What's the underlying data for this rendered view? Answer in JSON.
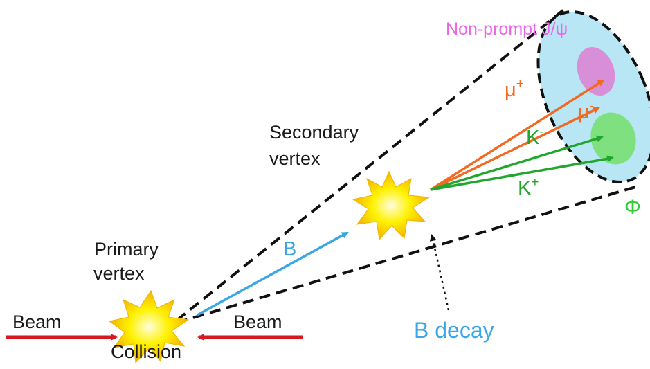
{
  "colors": {
    "beam": "#d6181f",
    "b_meson": "#3aa6e6",
    "muon": "#f26a21",
    "kaon": "#21a62e",
    "jpsi_text": "#ee66e8",
    "phi_text": "#33cc33",
    "b_decay_text": "#3aa6e6",
    "cone_fill": "#b8e6f4",
    "jpsi_blob": "#d98ed8",
    "phi_blob": "#7fe07f",
    "dashed": "#111111"
  },
  "labels": {
    "beam_left": "Beam",
    "beam_right": "Beam",
    "collision": "Collision",
    "primary_vertex_line1": "Primary",
    "primary_vertex_line2": "vertex",
    "secondary_vertex_line1": "Secondary",
    "secondary_vertex_line2": "vertex",
    "b": "B",
    "b_decay": "B decay",
    "mu_plus": "μ",
    "mu_plus_sup": "+",
    "mu_minus": "μ",
    "mu_minus_sup": "-",
    "k_minus": "K",
    "k_minus_sup": "-",
    "k_plus": "K",
    "k_plus_sup": "+",
    "non_prompt_jpsi": "Non-prompt J/ψ",
    "phi": "Φ"
  }
}
